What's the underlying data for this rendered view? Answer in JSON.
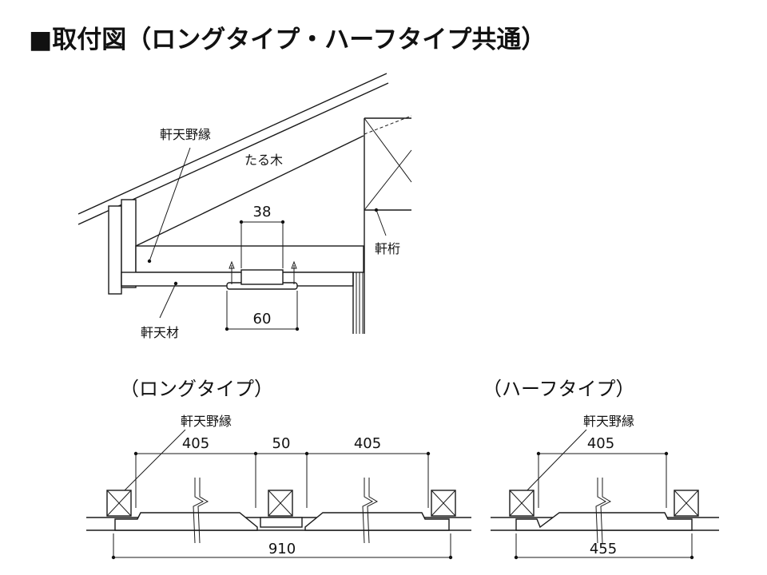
{
  "title": "■取付図（ロングタイプ・ハーフタイプ共通）",
  "section": {
    "label_nokiten_noen": "軒天野縁",
    "label_taruki": "たる木",
    "label_nokigeta": "軒桁",
    "label_nokitenzai": "軒天材",
    "dim_top": "38",
    "dim_bottom": "60"
  },
  "long_type": {
    "heading": "（ロングタイプ）",
    "label": "軒天野縁",
    "dim_left": "405",
    "dim_mid": "50",
    "dim_right": "405",
    "dim_total": "910"
  },
  "half_type": {
    "heading": "（ハーフタイプ）",
    "label": "軒天野縁",
    "dim_top": "405",
    "dim_total": "455"
  }
}
